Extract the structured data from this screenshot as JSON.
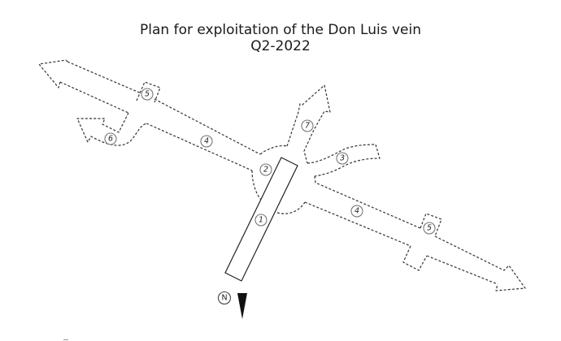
{
  "title": {
    "line1": "Plan for exploitation of the Don Luis vein",
    "line2": "Q2-2022"
  },
  "diagram": {
    "type": "mine-exploitation-plan",
    "labels": [
      {
        "id": "1",
        "text": "1",
        "description": "main shaft / access ramp (solid rectangle)"
      },
      {
        "id": "2",
        "text": "2",
        "description": "central junction chamber"
      },
      {
        "id": "3",
        "text": "3",
        "description": "east curved crosscut"
      },
      {
        "id": "4a",
        "text": "4",
        "description": "drift along vein, west"
      },
      {
        "id": "4b",
        "text": "4",
        "description": "drift along vein, east"
      },
      {
        "id": "5a",
        "text": "5",
        "description": "stope niche, west drift"
      },
      {
        "id": "5b",
        "text": "5",
        "description": "stope niche, east drift"
      },
      {
        "id": "6",
        "text": "6",
        "description": "hook-shaped branch, west"
      },
      {
        "id": "7",
        "text": "7",
        "description": "north branch with arrow"
      }
    ],
    "north_indicator": {
      "label": "N",
      "icon": "north-arrow-icon"
    },
    "colors": {
      "line": "#333333",
      "label_ring": "#777777",
      "background": "#ffffff"
    }
  }
}
